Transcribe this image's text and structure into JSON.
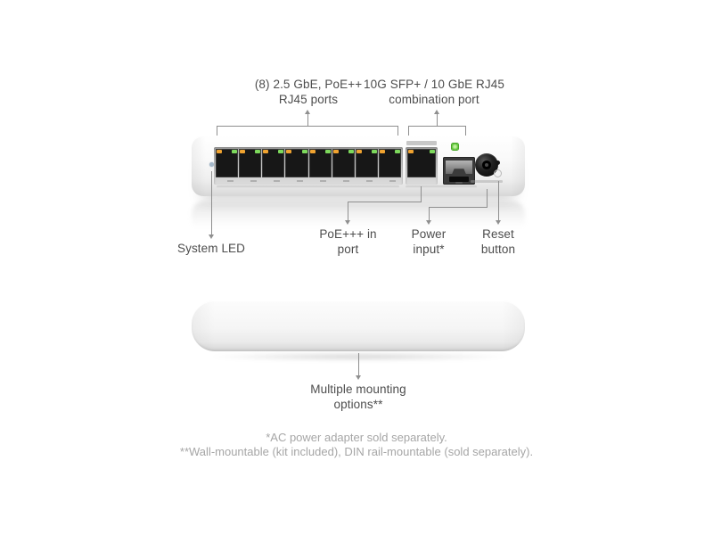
{
  "colors": {
    "label_text": "#4d4d4d",
    "footnote_text": "#a6a6a6",
    "callout_line": "#8f8f8f",
    "port_led_orange": "#f0a330",
    "port_led_green": "#7dd95c",
    "sfp_led_green": "#55c130",
    "system_led": "#a4b7c9",
    "device_body": "#f5f5f5"
  },
  "device": {
    "rj45_ports_count": 8
  },
  "callouts": {
    "ports": {
      "line1": "(8) 2.5 GbE, PoE++",
      "line2": "RJ45 ports"
    },
    "combo": {
      "line1": "10G SFP+ / 10 GbE RJ45",
      "line2": "combination port"
    },
    "system_led": {
      "label": "System LED"
    },
    "poe_in": {
      "line1": "PoE+++ in",
      "line2": "port"
    },
    "power": {
      "line1": "Power",
      "line2": "input*"
    },
    "reset": {
      "line1": "Reset",
      "line2": "button"
    },
    "mounting": {
      "line1": "Multiple mounting",
      "line2": "options**"
    }
  },
  "footnotes": {
    "line1": "*AC power adapter sold separately.",
    "line2": "**Wall-mountable (kit included), DIN rail-mountable (sold separately)."
  }
}
